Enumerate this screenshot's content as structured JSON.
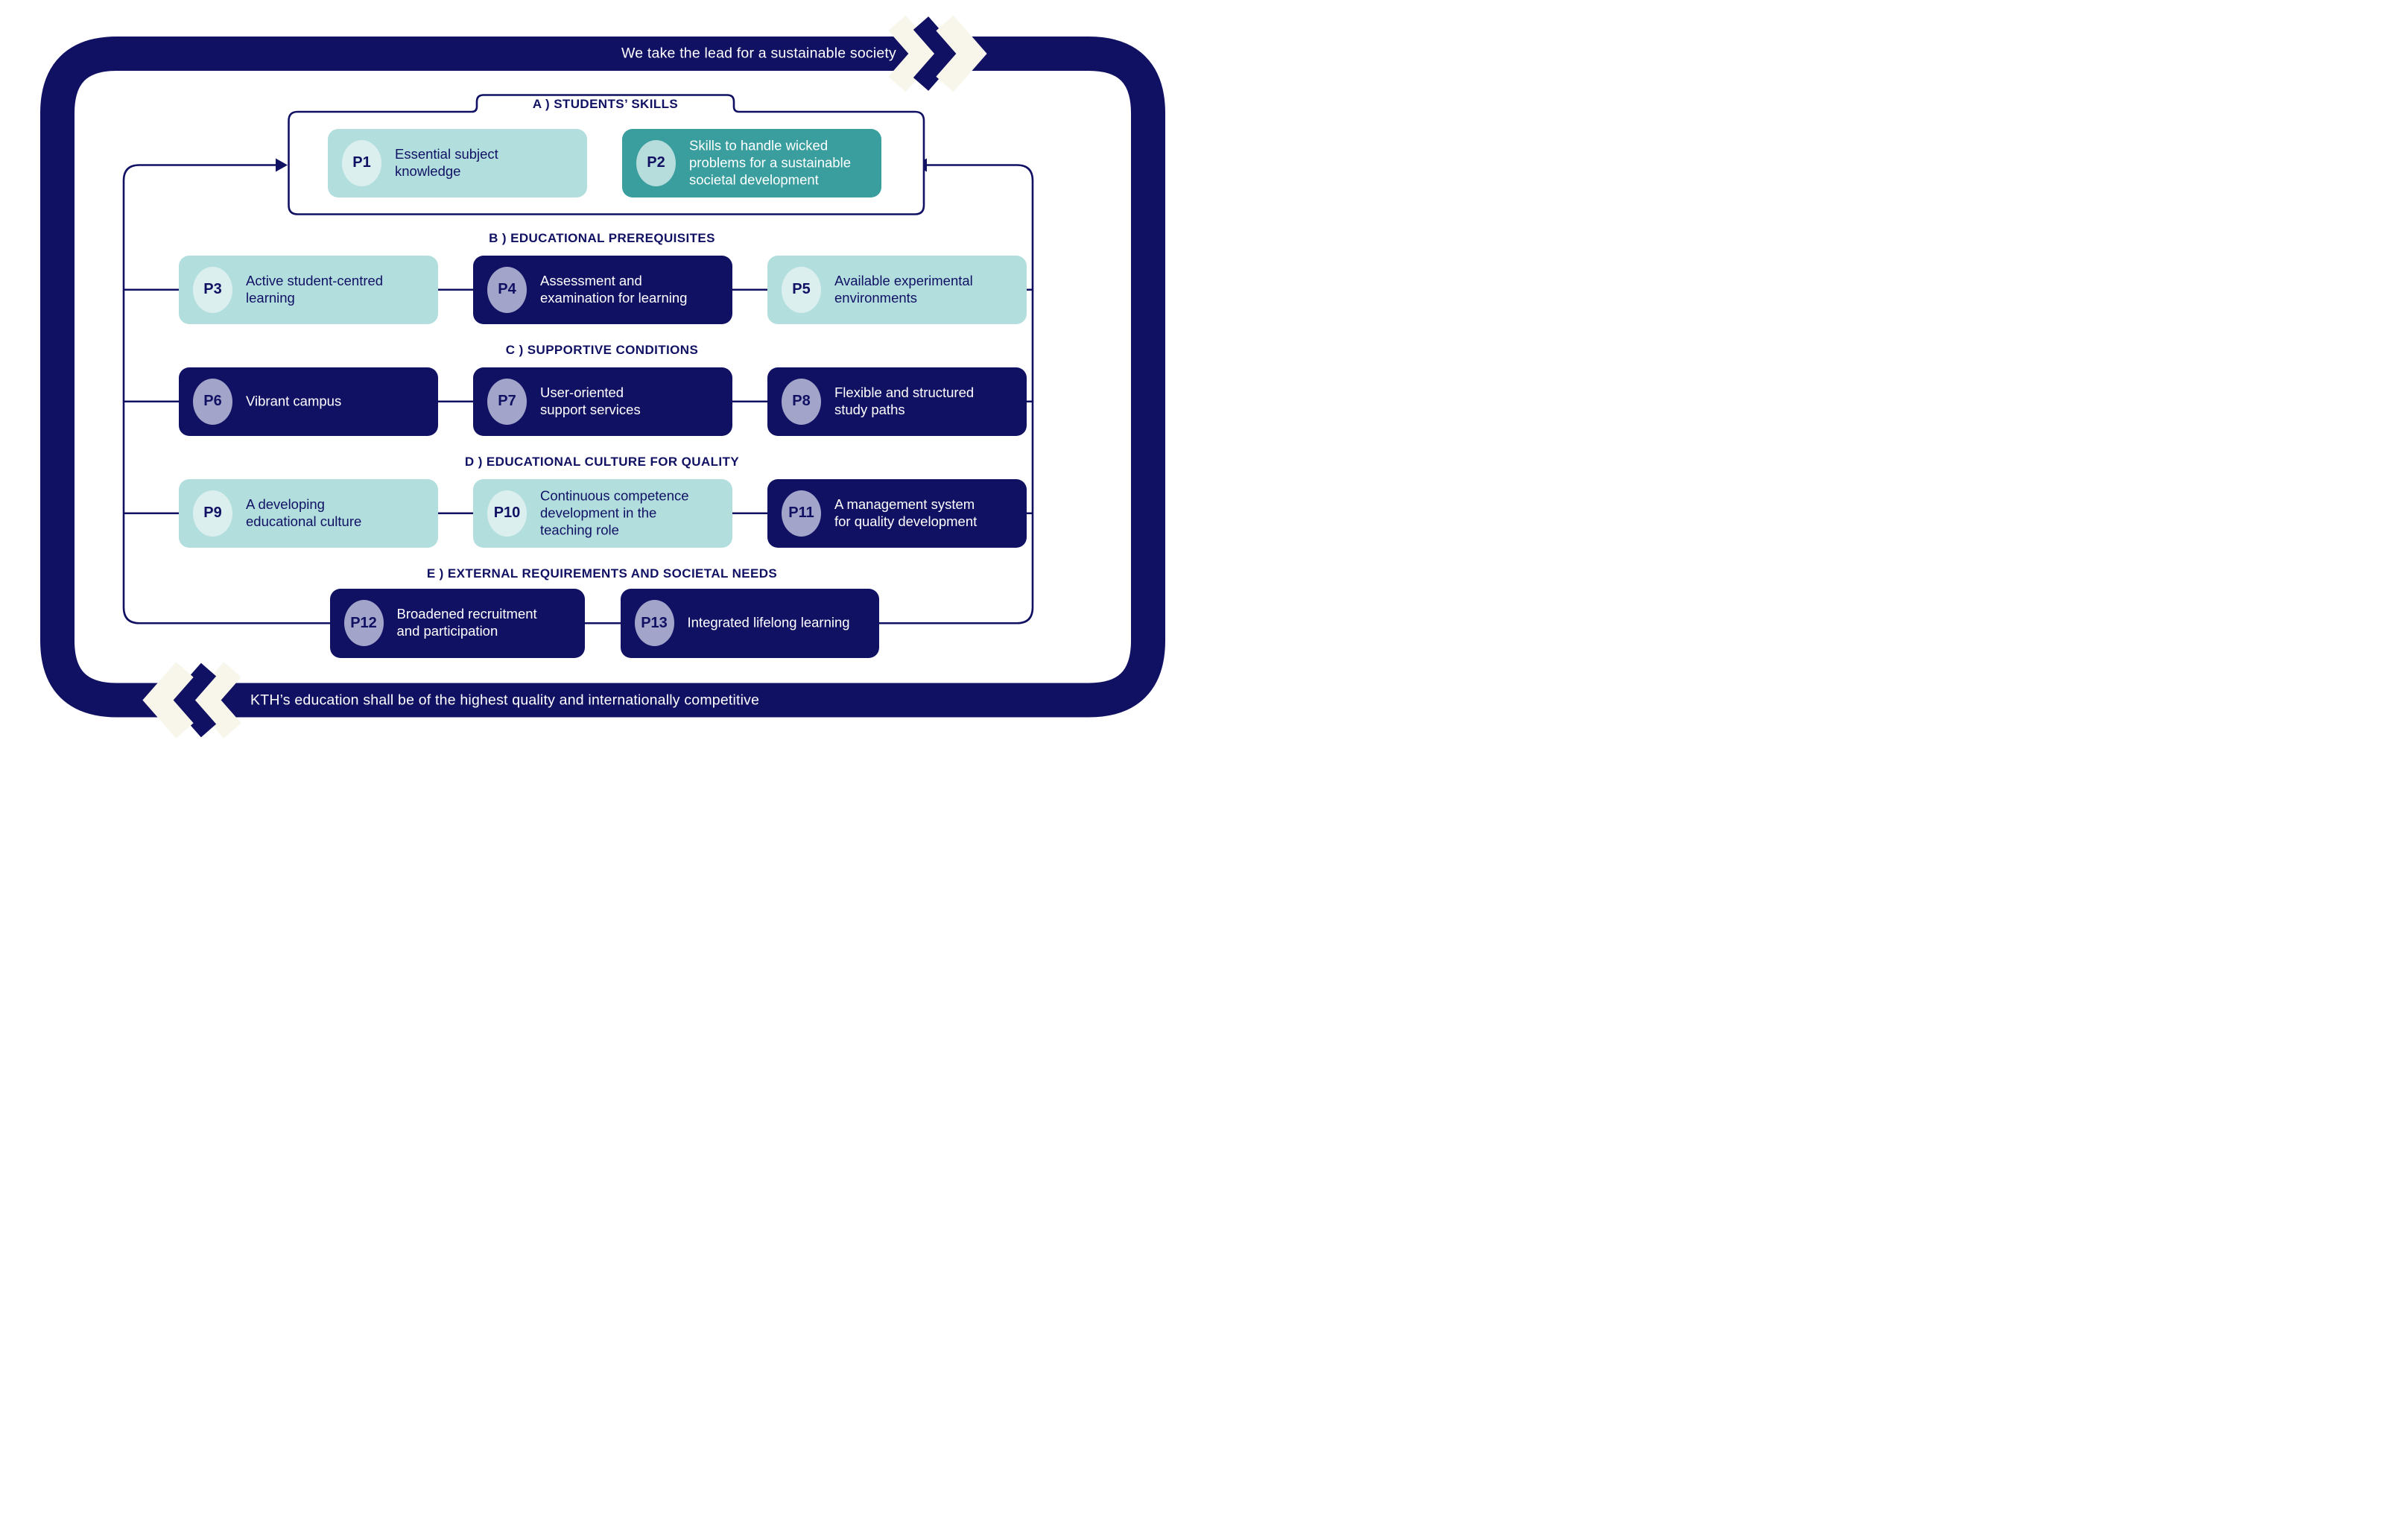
{
  "title": "KTH education quality framework",
  "top_banner": {
    "text": "We take the lead for a sustainable society"
  },
  "bottom_banner": {
    "text": "KTH’s education shall be of the highest quality and internationally competitive"
  },
  "colors": {
    "navy": "#111164",
    "teal": "#3a9e9e",
    "light_teal": "#b2dede",
    "pale_teal_circle": "#dcefef",
    "teal_circle": "#b7dcdc",
    "lavender_circle": "#a2a4c9",
    "chevron_gap": "#f8f5ea",
    "background": "#ffffff"
  },
  "sections": [
    {
      "letter": "A",
      "label": "A )  STUDENTS’ SKILLS",
      "items": [
        {
          "id": "P1",
          "text": "Essential subject\nknowledge"
        },
        {
          "id": "P2",
          "text": "Skills to handle wicked\nproblems for a sustainable\nsocietal development"
        }
      ]
    },
    {
      "letter": "B",
      "label": "B )  EDUCATIONAL PREREQUISITES",
      "items": [
        {
          "id": "P3",
          "text": "Active student-centred\nlearning"
        },
        {
          "id": "P4",
          "text": "Assessment and\nexamination for learning"
        },
        {
          "id": "P5",
          "text": "Available experimental\nenvironments"
        }
      ]
    },
    {
      "letter": "C",
      "label": "C )  SUPPORTIVE CONDITIONS",
      "items": [
        {
          "id": "P6",
          "text": "Vibrant campus"
        },
        {
          "id": "P7",
          "text": "User-oriented\nsupport services"
        },
        {
          "id": "P8",
          "text": "Flexible and structured\nstudy paths"
        }
      ]
    },
    {
      "letter": "D",
      "label": "D )  EDUCATIONAL CULTURE FOR QUALITY",
      "items": [
        {
          "id": "P9",
          "text": "A developing\neducational culture"
        },
        {
          "id": "P10",
          "text": "Continuous competence\ndevelopment in the\nteaching role"
        },
        {
          "id": "P11",
          "text": "A management system\nfor quality development"
        }
      ]
    },
    {
      "letter": "E",
      "label": "E )  EXTERNAL REQUIREMENTS AND SOCIETAL NEEDS",
      "items": [
        {
          "id": "P12",
          "text": "Broadened recruitment\nand participation"
        },
        {
          "id": "P13",
          "text": "Integrated lifelong learning"
        }
      ]
    }
  ]
}
